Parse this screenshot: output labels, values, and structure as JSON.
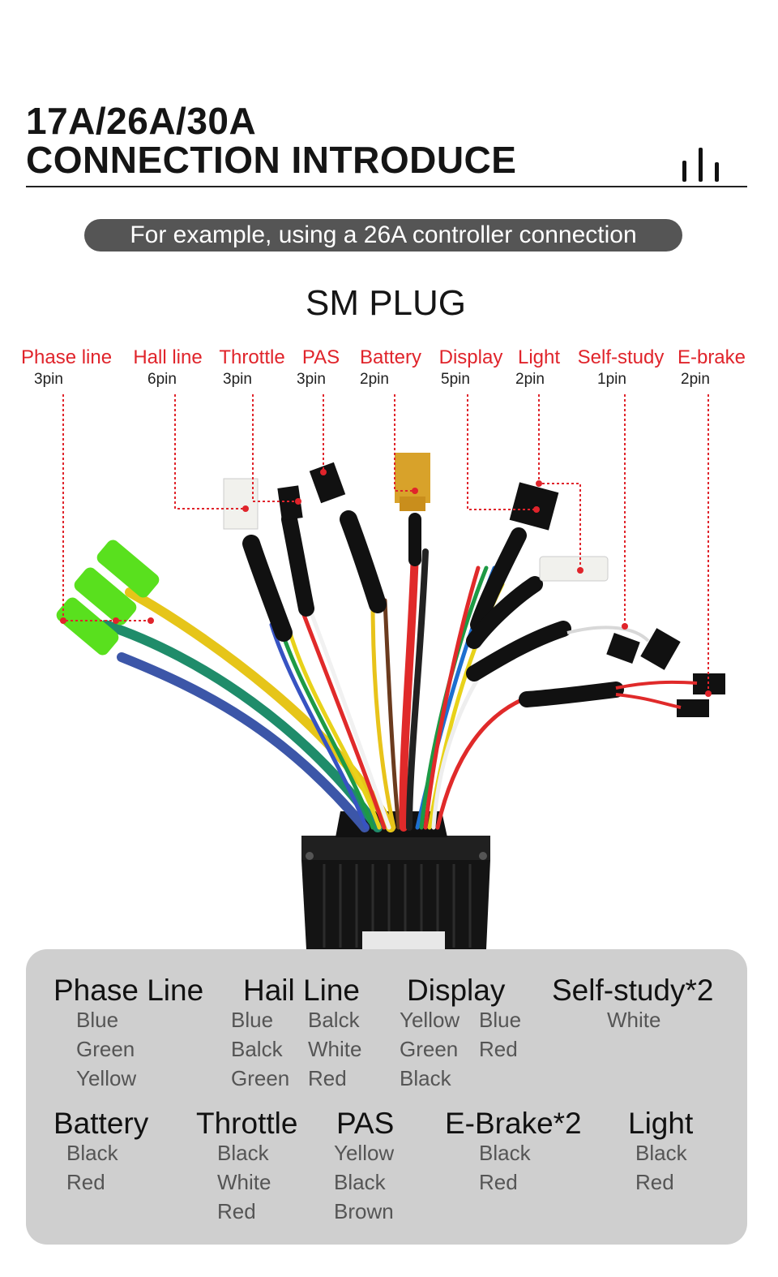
{
  "header": {
    "title_line1": "17A/26A/30A",
    "title_line2": "CONNECTION INTRODUCE",
    "icon": "bars-icon"
  },
  "banner": "For example, using a 26A controller connection",
  "plug_title": "SM PLUG",
  "connectors": [
    {
      "name": "Phase line",
      "pins": "3pin"
    },
    {
      "name": "Hall line",
      "pins": "6pin"
    },
    {
      "name": "Throttle",
      "pins": "3pin"
    },
    {
      "name": "PAS",
      "pins": "3pin"
    },
    {
      "name": "Battery",
      "pins": "2pin"
    },
    {
      "name": "Display",
      "pins": "5pin"
    },
    {
      "name": "Light",
      "pins": "2pin"
    },
    {
      "name": "Self-study",
      "pins": "1pin"
    },
    {
      "name": "E-brake",
      "pins": "2pin"
    }
  ],
  "legend": {
    "phase": {
      "title": "Phase Line",
      "colors": [
        "Blue",
        "Green",
        "Yellow"
      ]
    },
    "hall": {
      "title": "Hail Line",
      "colors": [
        "Blue",
        "Balck",
        "Balck",
        "White",
        "Green",
        "Red"
      ]
    },
    "display": {
      "title": "Display",
      "colors": [
        "Yellow",
        "Blue",
        "Green",
        "Red",
        "Black"
      ]
    },
    "selfstudy": {
      "title": "Self-study*2",
      "colors": [
        "White"
      ]
    },
    "battery": {
      "title": "Battery",
      "colors": [
        "Black",
        "Red"
      ]
    },
    "throttle": {
      "title": "Throttle",
      "colors": [
        "Black",
        "White",
        "Red"
      ]
    },
    "pas": {
      "title": "PAS",
      "colors": [
        "Yellow",
        "Black",
        "Brown"
      ]
    },
    "ebrake": {
      "title": "E-Brake*2",
      "colors": [
        "Black",
        "Red"
      ]
    },
    "light": {
      "title": "Light",
      "colors": [
        "Black",
        "Red"
      ]
    }
  },
  "colors": {
    "accent_red": "#e0242b",
    "pill_bg": "#555555",
    "legend_bg": "#cfcfcf"
  }
}
